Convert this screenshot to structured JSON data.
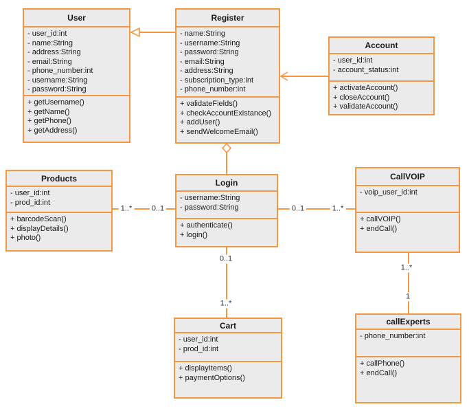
{
  "colors": {
    "accent": "#F59641",
    "box_fill": "#EBEBEB",
    "background": "#FFFFFF",
    "text": "#1A1A1A"
  },
  "classes": {
    "user": {
      "title": "User",
      "attributes": [
        "- user_id:int",
        "- name:String",
        "- address:String",
        "- email:String",
        "- phone_number:int",
        "- username:String",
        "- password:String"
      ],
      "methods": [
        "+ getUsername()",
        "+ getName()",
        "+ getPhone()",
        "+ getAddress()"
      ]
    },
    "register": {
      "title": "Register",
      "attributes": [
        "- name:String",
        "- username:String",
        "- password:String",
        "- email:String",
        "- address:String",
        "- subscription_type:int",
        "- phone_number:int"
      ],
      "methods": [
        "+ validateFields()",
        "+ checkAccountExistance()",
        "+ addUser()",
        "+ sendWelcomeEmail()"
      ]
    },
    "account": {
      "title": "Account",
      "attributes": [
        "- user_id:int",
        "- account_status:int"
      ],
      "methods": [
        "+ activateAccount()",
        "+ closeAccount()",
        "+ validateAccount()"
      ]
    },
    "products": {
      "title": "Products",
      "attributes": [
        "- user_id:int",
        "- prod_id:int"
      ],
      "methods": [
        "+ barcodeScan()",
        "+ displayDetails()",
        "+ photo()"
      ]
    },
    "login": {
      "title": "Login",
      "attributes": [
        "- username:String",
        "- password:String"
      ],
      "methods": [
        "+ authenticate()",
        "+ login()"
      ]
    },
    "callvoip": {
      "title": "CallVOIP",
      "attributes": [
        "- voip_user_id:int"
      ],
      "methods": [
        "+ callVOIP()",
        "+ endCall()"
      ]
    },
    "cart": {
      "title": "Cart",
      "attributes": [
        "- user_id:int",
        "- prod_id:int"
      ],
      "methods": [
        "+ displayItems()",
        "+ paymentOptions()"
      ]
    },
    "callexperts": {
      "title": "callExperts",
      "attributes": [
        "- phone_number:int"
      ],
      "methods": [
        "+ callPhone()",
        "+ endCall()"
      ]
    }
  },
  "relations": {
    "register_user": {
      "type": "generalization",
      "arrow_icon": "hollow-triangle-arrowhead"
    },
    "account_register": {
      "type": "directed-association",
      "arrow_icon": "open-arrowhead"
    },
    "register_login": {
      "type": "aggregation",
      "arrow_icon": "hollow-diamond"
    },
    "products_login": {
      "source_multiplicity": "1..*",
      "target_multiplicity": "0..1"
    },
    "login_callvoip": {
      "source_multiplicity": "0..1",
      "target_multiplicity": "1..*"
    },
    "login_cart": {
      "source_multiplicity": "0..1",
      "target_multiplicity": "1..*"
    },
    "callvoip_callexperts": {
      "source_multiplicity": "1..*",
      "target_multiplicity": "1"
    }
  }
}
